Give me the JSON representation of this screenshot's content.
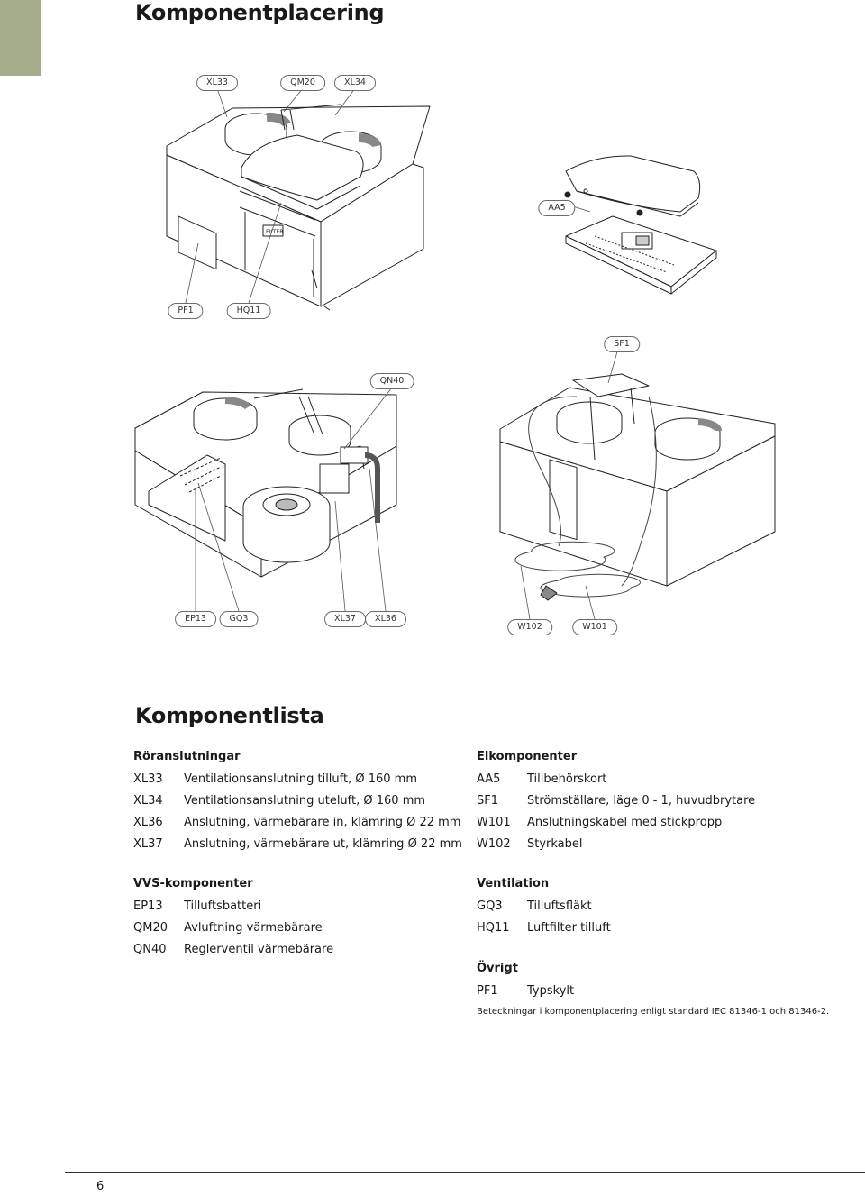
{
  "title": "Komponentplacering",
  "list_title": "Komponentlista",
  "callouts": {
    "xl33": "XL33",
    "qm20": "QM20",
    "xl34": "XL34",
    "aa5": "AA5",
    "pf1": "PF1",
    "hq11": "HQ11",
    "sf1": "SF1",
    "qn40": "QN40",
    "ep13": "EP13",
    "gq3": "GQ3",
    "xl37": "XL37",
    "xl36": "XL36",
    "w102": "W102",
    "w101": "W101"
  },
  "drawing_labels": {
    "filter": "FILTER"
  },
  "sections": {
    "roranslutningar": {
      "heading": "Röranslutningar",
      "items": [
        {
          "code": "XL33",
          "desc": "Ventilationsanslutning tilluft, Ø 160 mm"
        },
        {
          "code": "XL34",
          "desc": "Ventilationsanslutning uteluft, Ø 160 mm"
        },
        {
          "code": "XL36",
          "desc": "Anslutning, värmebärare in, klämring Ø 22 mm"
        },
        {
          "code": "XL37",
          "desc": "Anslutning, värmebärare ut, klämring Ø 22 mm"
        }
      ]
    },
    "elkomponenter": {
      "heading": "Elkomponenter",
      "items": [
        {
          "code": "AA5",
          "desc": "Tillbehörskort"
        },
        {
          "code": "SF1",
          "desc": "Strömställare, läge 0 - 1, huvudbrytare"
        },
        {
          "code": "W101",
          "desc": "Anslutningskabel med stickpropp"
        },
        {
          "code": "W102",
          "desc": "Styrkabel"
        }
      ]
    },
    "vvs": {
      "heading": "VVS-komponenter",
      "items": [
        {
          "code": "EP13",
          "desc": "Tilluftsbatteri"
        },
        {
          "code": "QM20",
          "desc": "Avluftning värmebärare"
        },
        {
          "code": "QN40",
          "desc": "Reglerventil värmebärare"
        }
      ]
    },
    "ventilation": {
      "heading": "Ventilation",
      "items": [
        {
          "code": "GQ3",
          "desc": "Tilluftsfläkt"
        },
        {
          "code": "HQ11",
          "desc": "Luftfilter tilluft"
        }
      ]
    },
    "ovrigt": {
      "heading": "Övrigt",
      "items": [
        {
          "code": "PF1",
          "desc": "Typskylt"
        }
      ]
    }
  },
  "footnote": "Beteckningar i komponentplacering enligt standard IEC 81346-1 och 81346-2.",
  "page_number": "6",
  "colors": {
    "side_tab": "#a3ad8c",
    "line": "#333333"
  }
}
